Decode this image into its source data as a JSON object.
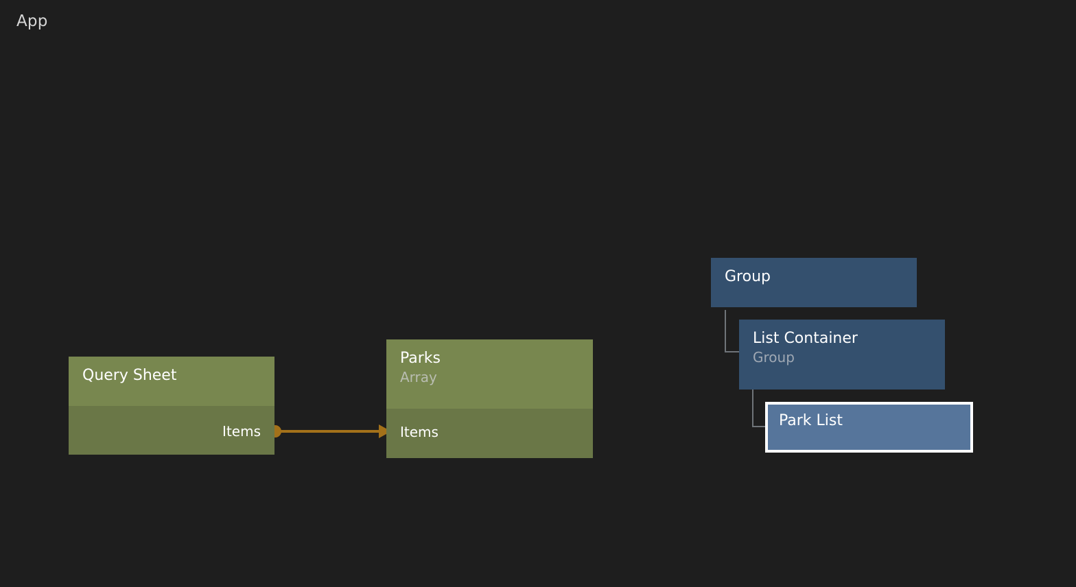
{
  "canvas": {
    "title": "App",
    "background_color": "#1e1e1e"
  },
  "colors": {
    "green_header": "#78874f",
    "green_body": "#6a7747",
    "blue_node": "#34506e",
    "blue_selected": "#56759b",
    "selection_border": "#ffffff",
    "wire": "#a3711a",
    "tree_line": "#6f7479",
    "title_text": "#ffffff",
    "subtitle_text": "#b9bdb1"
  },
  "nodes": {
    "query_sheet": {
      "title": "Query Sheet",
      "subtitle": "",
      "output_port_label": "Items",
      "type": "data-node"
    },
    "parks": {
      "title": "Parks",
      "subtitle": "Array",
      "input_port_label": "Items",
      "type": "data-node"
    },
    "group": {
      "title": "Group",
      "subtitle": "",
      "type": "hierarchy-node"
    },
    "list_container": {
      "title": "List Container",
      "subtitle": "Group",
      "type": "hierarchy-node"
    },
    "park_list": {
      "title": "Park List",
      "subtitle": "",
      "type": "hierarchy-node",
      "selected": true
    }
  },
  "connections": [
    {
      "from_node": "query_sheet",
      "from_port": "Items",
      "to_node": "parks",
      "to_port": "Items",
      "color": "#a3711a"
    }
  ]
}
